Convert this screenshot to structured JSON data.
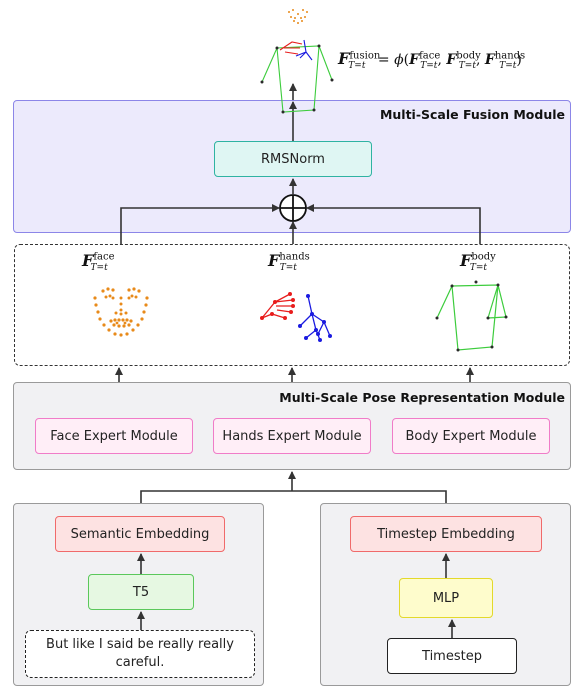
{
  "fusion_module": {
    "title": "Multi-Scale Fusion Module",
    "norm_label": "RMSNorm"
  },
  "fusion_formula": {
    "lhs_sup": "fusion",
    "sub": "T=t",
    "rhs_func": "ϕ",
    "terms": [
      "face",
      "body",
      "hands"
    ]
  },
  "features": {
    "face": {
      "sup": "face",
      "sub": "T=t"
    },
    "hands": {
      "sup": "hands",
      "sub": "T=t"
    },
    "body": {
      "sup": "body",
      "sub": "T=t"
    }
  },
  "pose_module": {
    "title": "Multi-Scale Pose Representation Module",
    "experts": [
      "Face Expert Module",
      "Hands Expert Module",
      "Body Expert Module"
    ]
  },
  "text_branch": {
    "embedding_label": "Semantic Embedding",
    "encoder_label": "T5",
    "input_text": "But like I said be really really careful."
  },
  "time_branch": {
    "embedding_label": "Timestep Embedding",
    "encoder_label": "MLP",
    "input_label": "Timestep"
  },
  "colors": {
    "fusion_bg": "#eceafc",
    "fusion_border": "#8c86e8",
    "norm_bg": "#dff6f3",
    "norm_border": "#2fb3a2",
    "expert_bg": "#ffeef7",
    "expert_border": "#f07cc8",
    "embed_bg": "#fde2e2",
    "embed_border": "#f06a6a",
    "t5_bg": "#e6f8e2",
    "t5_border": "#5bc85b",
    "mlp_bg": "#fefccc",
    "mlp_border": "#e3d92a",
    "face_pts": "#e88a1a",
    "hands_left": "#e81d1d",
    "hands_right": "#1a1ae0",
    "body_lines": "#3ccc3c"
  }
}
